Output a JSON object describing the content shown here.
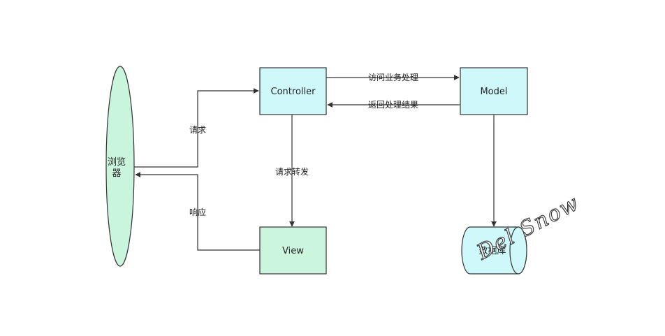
{
  "colors": {
    "browser_fill": "#c8f5dc",
    "controller_fill": "#cef8fa",
    "model_fill": "#cef8fa",
    "view_fill": "#ccf5de",
    "database_fill": "#cef8fa",
    "stroke": "#333333"
  },
  "nodes": {
    "browser": {
      "label_line1": "浏览",
      "label_line2": "器"
    },
    "controller": {
      "label": "Controller"
    },
    "model": {
      "label": "Model"
    },
    "view": {
      "label": "View"
    },
    "database": {
      "label": "数据库"
    }
  },
  "edges": {
    "request": {
      "label": "请求"
    },
    "response": {
      "label": "响应"
    },
    "forward": {
      "label": "请求转发"
    },
    "access_business": {
      "label": "访问业务处理"
    },
    "return_result": {
      "label": "返回处理结果"
    }
  },
  "watermark": {
    "text": "Del Snow"
  }
}
